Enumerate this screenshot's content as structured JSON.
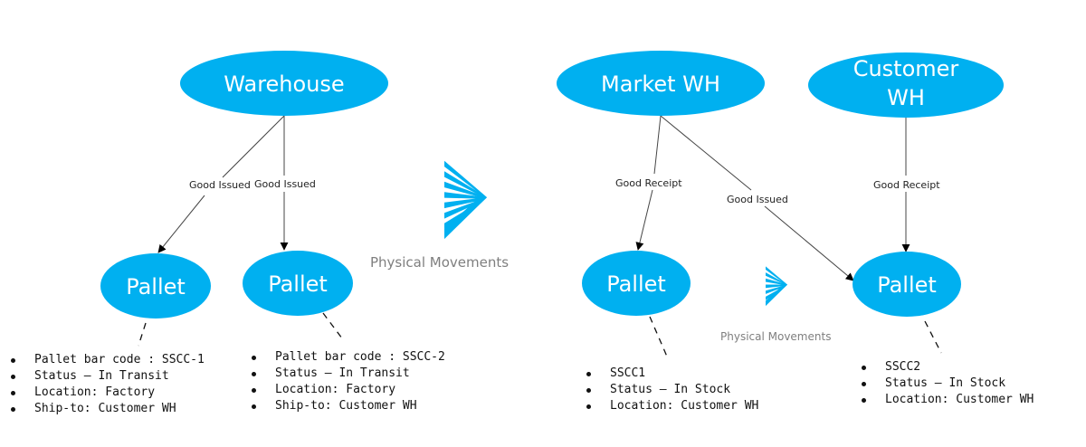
{
  "colors": {
    "node_fill": "#00B0F0",
    "node_text": "#FFFFFF",
    "edge": "#444444",
    "arrowhead": "#000000",
    "physical_movement_text": "#7F7F7F",
    "chevron": "#00B0F0"
  },
  "left_diagram": {
    "warehouse": {
      "label": "Warehouse"
    },
    "pallet_1": {
      "label": "Pallet",
      "edge_label": "Good Issued",
      "details": [
        "Pallet bar code : SSCC-1",
        "Status – In Transit",
        "Location: Factory",
        "Ship-to: Customer WH"
      ]
    },
    "pallet_2": {
      "label": "Pallet",
      "edge_label": "Good Issued",
      "details": [
        "Pallet bar code : SSCC-2",
        "Status – In Transit",
        "Location: Factory",
        "Ship-to: Customer WH"
      ]
    }
  },
  "center": {
    "physical_movements_label": "Physical Movements",
    "icon": "chevron-right-striped-icon"
  },
  "right_diagram": {
    "market_wh": {
      "label": "Market WH"
    },
    "customer_wh": {
      "label_line1": "Customer",
      "label_line2": "WH"
    },
    "pallet_1": {
      "label": "Pallet",
      "edge_label": "Good Receipt",
      "details": [
        "SSCC1",
        "Status – In Stock",
        "Location: Customer WH"
      ]
    },
    "pallet_2": {
      "label": "Pallet",
      "edge_label_from_market": "Good Issued",
      "edge_label_from_customer": "Good Receipt",
      "details": [
        "SSCC2",
        "Status – In Stock",
        "Location: Customer WH"
      ]
    },
    "physical_movements_label": "Physical Movements",
    "icon": "chevron-right-striped-icon"
  }
}
